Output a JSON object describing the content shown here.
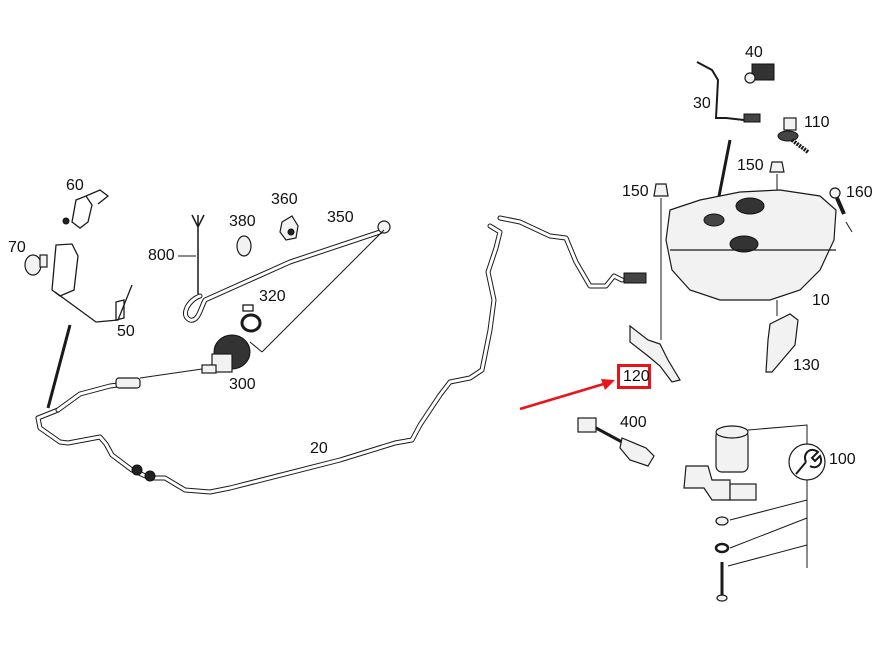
{
  "diagram": {
    "title": "Fuel tank and fuel lines exploded parts diagram",
    "highlight_color": "#e8141a",
    "highlighted_part": "120",
    "parts": [
      {
        "id": "p10",
        "label": "10",
        "name": "fuel-tank"
      },
      {
        "id": "p20",
        "label": "20",
        "name": "fuel-line"
      },
      {
        "id": "p30",
        "label": "30",
        "name": "wiring-harness"
      },
      {
        "id": "p40",
        "label": "40",
        "name": "connector"
      },
      {
        "id": "p50",
        "label": "50",
        "name": "bracket"
      },
      {
        "id": "p60",
        "label": "60",
        "name": "holder"
      },
      {
        "id": "p70",
        "label": "70",
        "name": "screw"
      },
      {
        "id": "p100",
        "label": "100",
        "name": "pump-assembly"
      },
      {
        "id": "p110",
        "label": "110",
        "name": "sensor"
      },
      {
        "id": "p120",
        "label": "120",
        "name": "mounting-bracket"
      },
      {
        "id": "p130",
        "label": "130",
        "name": "tank-bracket"
      },
      {
        "id": "p150a",
        "label": "150",
        "name": "nut"
      },
      {
        "id": "p150b",
        "label": "150",
        "name": "nut"
      },
      {
        "id": "p160",
        "label": "160",
        "name": "bolt"
      },
      {
        "id": "p300",
        "label": "300",
        "name": "filter"
      },
      {
        "id": "p320",
        "label": "320",
        "name": "clamp"
      },
      {
        "id": "p350",
        "label": "350",
        "name": "vent-line"
      },
      {
        "id": "p360",
        "label": "360",
        "name": "clip"
      },
      {
        "id": "p380",
        "label": "380",
        "name": "grommet"
      },
      {
        "id": "p400",
        "label": "400",
        "name": "adapter-cable"
      },
      {
        "id": "p800",
        "label": "800",
        "name": "cable-tie"
      }
    ]
  }
}
